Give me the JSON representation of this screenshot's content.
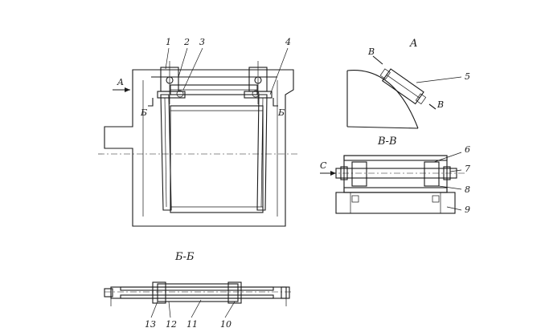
{
  "labels": {
    "n1": "1",
    "n2": "2",
    "n3": "3",
    "n4": "4",
    "n5": "5",
    "n6": "6",
    "n7": "7",
    "n8": "8",
    "n9": "9",
    "n10": "10",
    "n11": "11",
    "n12": "12",
    "n13": "13",
    "view_a_marker": "A",
    "view_a_title": "A",
    "b_left": "Б",
    "b_right": "Б",
    "v_top": "В",
    "v_bottom": "В",
    "view_c_marker": "С",
    "section_vv": "В-В",
    "section_bb": "Б-Б"
  }
}
